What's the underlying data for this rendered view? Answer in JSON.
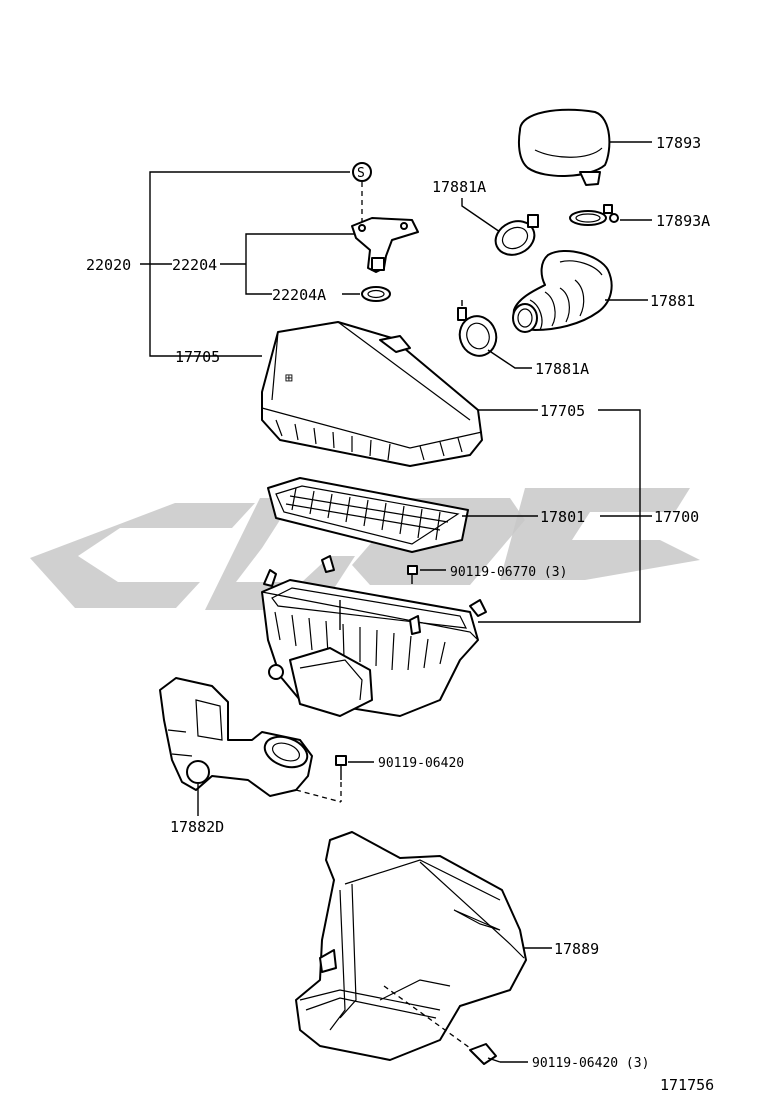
{
  "diagram": {
    "colors": {
      "line": "#000000",
      "watermark": "#c8c8c8",
      "background": "#ffffff"
    },
    "symbol_s": "S",
    "labels": {
      "p17893": "17893",
      "p17881A_top": "17881A",
      "p17893A": "17893A",
      "p22020": "22020",
      "p22204": "22204",
      "p22204A": "22204A",
      "p17881": "17881",
      "p17705_left": "17705",
      "p17881A_bottom": "17881A",
      "p17705_right": "17705",
      "p17801": "17801",
      "p17700": "17700",
      "p90119_06770": "90119-06770 (3)",
      "p90119_06420": "90119-06420",
      "p17882D": "17882D",
      "p17889": "17889",
      "p90119_06420_3": "90119-06420 (3)",
      "figure_number": "171756"
    }
  }
}
